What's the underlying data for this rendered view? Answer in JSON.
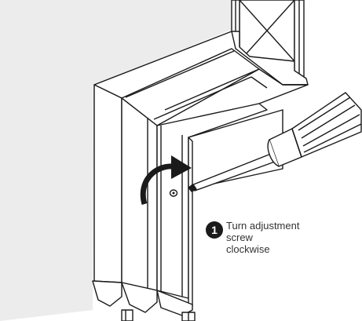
{
  "step": {
    "number": "1",
    "lines": [
      "Turn adjustment",
      "screw",
      "clockwise"
    ]
  },
  "icons": {
    "rotation_arrow": "clockwise-arrow-icon",
    "screwdriver": "screwdriver-icon",
    "screw": "screw-icon"
  },
  "colors": {
    "wall": "#ececec",
    "line": "#1a1a1a",
    "fill": "#ffffff",
    "text": "#333333",
    "badge": "#1a1a1a"
  }
}
